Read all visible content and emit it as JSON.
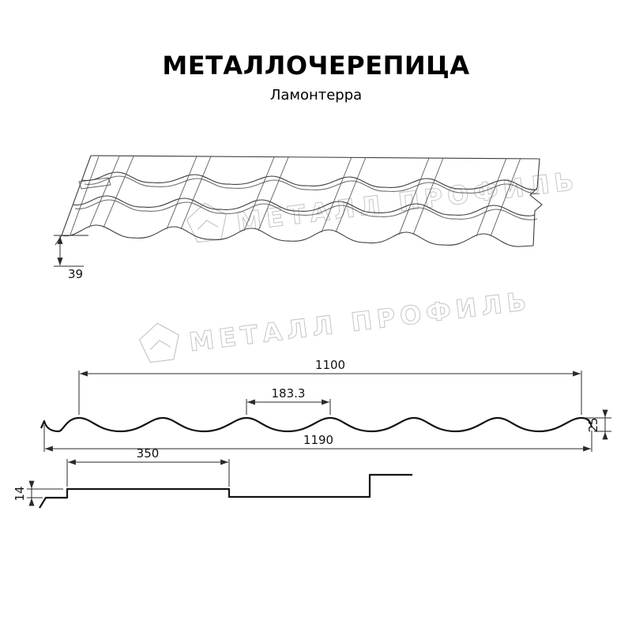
{
  "header": {
    "title": "МЕТАЛЛОЧЕРЕПИЦА",
    "subtitle": "Ламонтерра"
  },
  "watermark": {
    "text": "МЕТАЛЛ ПРОФИЛЬ"
  },
  "perspective": {
    "dim_step_height": "39"
  },
  "cross_section": {
    "dim_cover_width": "1100",
    "dim_wave_pitch": "183.3",
    "dim_profile_height": "25",
    "dim_overall_width": "1190"
  },
  "longitudinal": {
    "dim_module_length": "350",
    "dim_step_height": "14"
  }
}
